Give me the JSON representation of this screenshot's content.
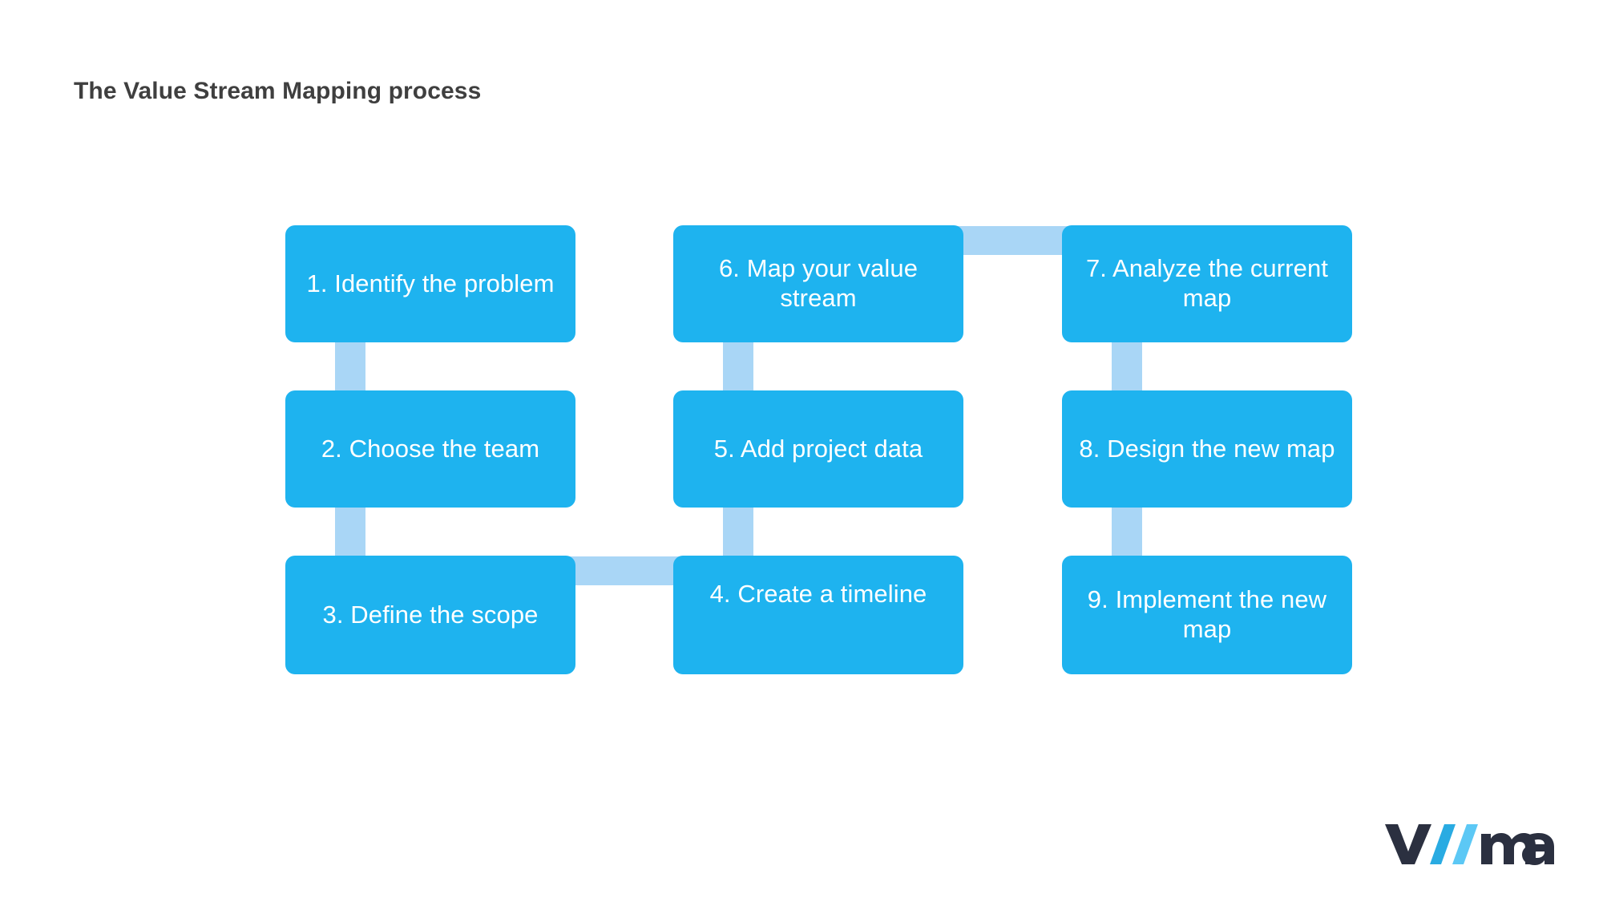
{
  "slide": {
    "title": "The Value Stream Mapping process",
    "background_color": "#ffffff",
    "title_color": "#3f3f3f"
  },
  "theme": {
    "box_color": "#1eb3ef",
    "connector_color": "#a9d6f6",
    "box_text_color": "#ffffff",
    "logo_dark_color": "#2b3040",
    "logo_slash_1_color": "#29abe2",
    "logo_slash_2_color": "#5cc8f5"
  },
  "diagram": {
    "type": "process-flow",
    "columns": 3,
    "rows": 3,
    "steps": [
      {
        "number": "1",
        "label": "1. Identify the problem",
        "column": 1,
        "row": 1
      },
      {
        "number": "2",
        "label": "2. Choose the team",
        "column": 1,
        "row": 2
      },
      {
        "number": "3",
        "label": "3. Define the scope",
        "column": 1,
        "row": 3
      },
      {
        "number": "4",
        "label": "4. Create a timeline",
        "column": 2,
        "row": 3
      },
      {
        "number": "5",
        "label": "5. Add project data",
        "column": 2,
        "row": 2
      },
      {
        "number": "6",
        "label": "6. Map your value stream",
        "column": 2,
        "row": 1
      },
      {
        "number": "7",
        "label": "7. Analyze the current map",
        "column": 3,
        "row": 1
      },
      {
        "number": "8",
        "label": "8. Design the new map",
        "column": 3,
        "row": 2
      },
      {
        "number": "9",
        "label": "9. Implement the new map",
        "column": 3,
        "row": 3
      }
    ],
    "connectors": [
      {
        "from": "1",
        "to": "2",
        "orientation": "vertical"
      },
      {
        "from": "2",
        "to": "3",
        "orientation": "vertical"
      },
      {
        "from": "3",
        "to": "4",
        "orientation": "horizontal"
      },
      {
        "from": "4",
        "to": "5",
        "orientation": "vertical"
      },
      {
        "from": "5",
        "to": "6",
        "orientation": "vertical"
      },
      {
        "from": "6",
        "to": "7",
        "orientation": "horizontal"
      },
      {
        "from": "7",
        "to": "8",
        "orientation": "vertical"
      },
      {
        "from": "8",
        "to": "9",
        "orientation": "vertical"
      }
    ]
  },
  "logo": {
    "name": "viima-logo",
    "text": "viima",
    "part_1": "v",
    "part_2": "ma"
  }
}
